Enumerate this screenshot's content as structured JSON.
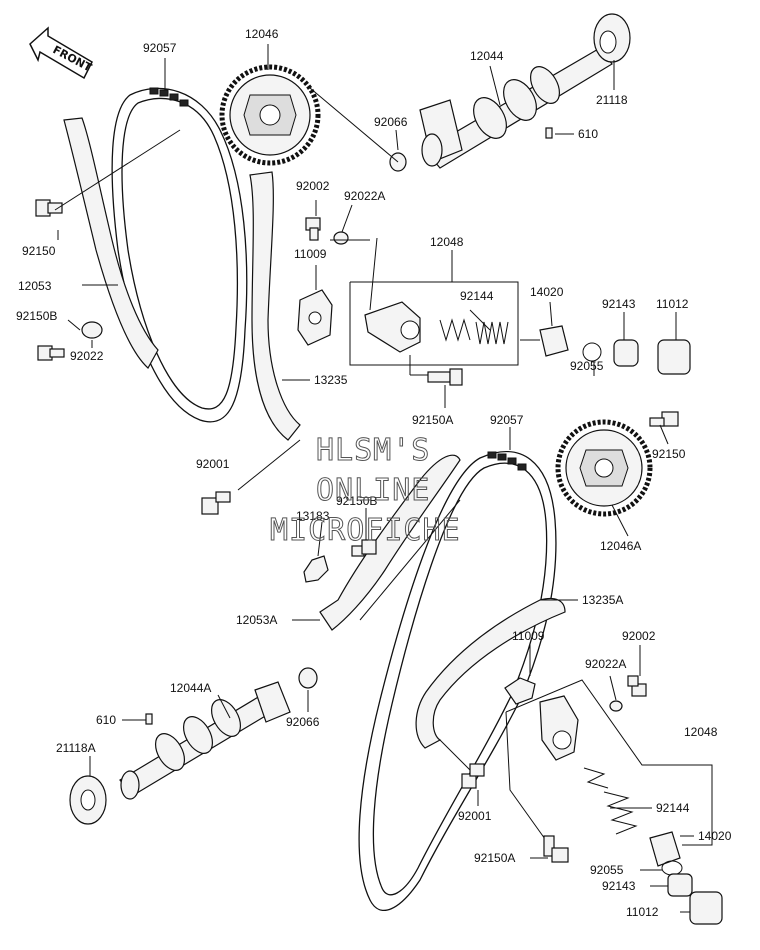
{
  "diagram": {
    "front_label": "FRONT",
    "watermark": {
      "line1": "HLSM'S",
      "line2": "ONLINE",
      "line3": "MICROFICHE"
    },
    "parts": {
      "p12046": "12046",
      "p92057": "92057",
      "p12044": "12044",
      "p21118": "21118",
      "p92066": "92066",
      "p610": "610",
      "p92002": "92002",
      "p92022A": "92022A",
      "p12048": "12048",
      "p11009": "11009",
      "p92144": "92144",
      "p14020": "14020",
      "p92143": "92143",
      "p11012": "11012",
      "p92150": "92150",
      "p12053": "12053",
      "p92150B": "92150B",
      "p92022": "92022",
      "p13235": "13235",
      "p92055": "92055",
      "p92150A": "92150A",
      "p92057b": "92057",
      "p92150b2": "92150",
      "p92001": "92001",
      "p92150Bb": "92150B",
      "p13183": "13183",
      "p12046A": "12046A",
      "p12053A": "12053A",
      "p13235A": "13235A",
      "p11009b": "11009",
      "p92002b": "92002",
      "p92022Ab": "92022A",
      "p12044A": "12044A",
      "p92066b": "92066",
      "p610b": "610",
      "p12048b": "12048",
      "p21118A": "21118A",
      "p92144b": "92144",
      "p92001b": "92001",
      "p14020b": "14020",
      "p92150Ab": "92150A",
      "p92055b": "92055",
      "p92143b": "92143",
      "p11012b": "11012"
    }
  }
}
